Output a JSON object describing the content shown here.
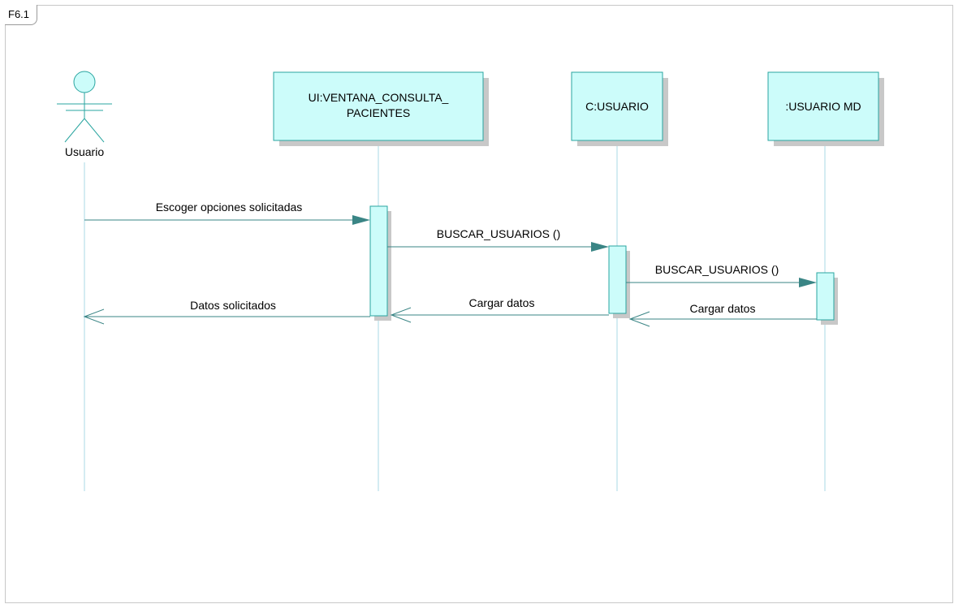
{
  "frame": {
    "tag": "F6.1"
  },
  "lifelines": [
    {
      "id": "actor",
      "label": "Usuario",
      "kind": "actor"
    },
    {
      "id": "ui",
      "label_lines": [
        "UI:VENTANA_CONSULTA_",
        "PACIENTES"
      ],
      "kind": "boundary"
    },
    {
      "id": "ctrl",
      "label_lines": [
        "C:USUARIO"
      ],
      "kind": "object"
    },
    {
      "id": "md",
      "label_lines": [
        ":USUARIO MD"
      ],
      "kind": "object"
    }
  ],
  "messages": [
    {
      "from": "actor",
      "to": "ui",
      "text": "Escoger opciones solicitadas",
      "kind": "call"
    },
    {
      "from": "ui",
      "to": "ctrl",
      "text": "BUSCAR_USUARIOS ()",
      "kind": "call"
    },
    {
      "from": "ctrl",
      "to": "md",
      "text": "BUSCAR_USUARIOS ()",
      "kind": "call"
    },
    {
      "from": "ui",
      "to": "actor",
      "text": "Datos solicitados",
      "kind": "return"
    },
    {
      "from": "ctrl",
      "to": "ui",
      "text": "Cargar datos",
      "kind": "return"
    },
    {
      "from": "md",
      "to": "ctrl",
      "text": "Cargar datos",
      "kind": "return"
    }
  ],
  "colors": {
    "box_fill": "#ccfcfa",
    "box_stroke": "#2aa5a0",
    "lifeline": "#a8d8e6",
    "arrow": "#3a8585",
    "shadow": "#c8c8c8"
  }
}
